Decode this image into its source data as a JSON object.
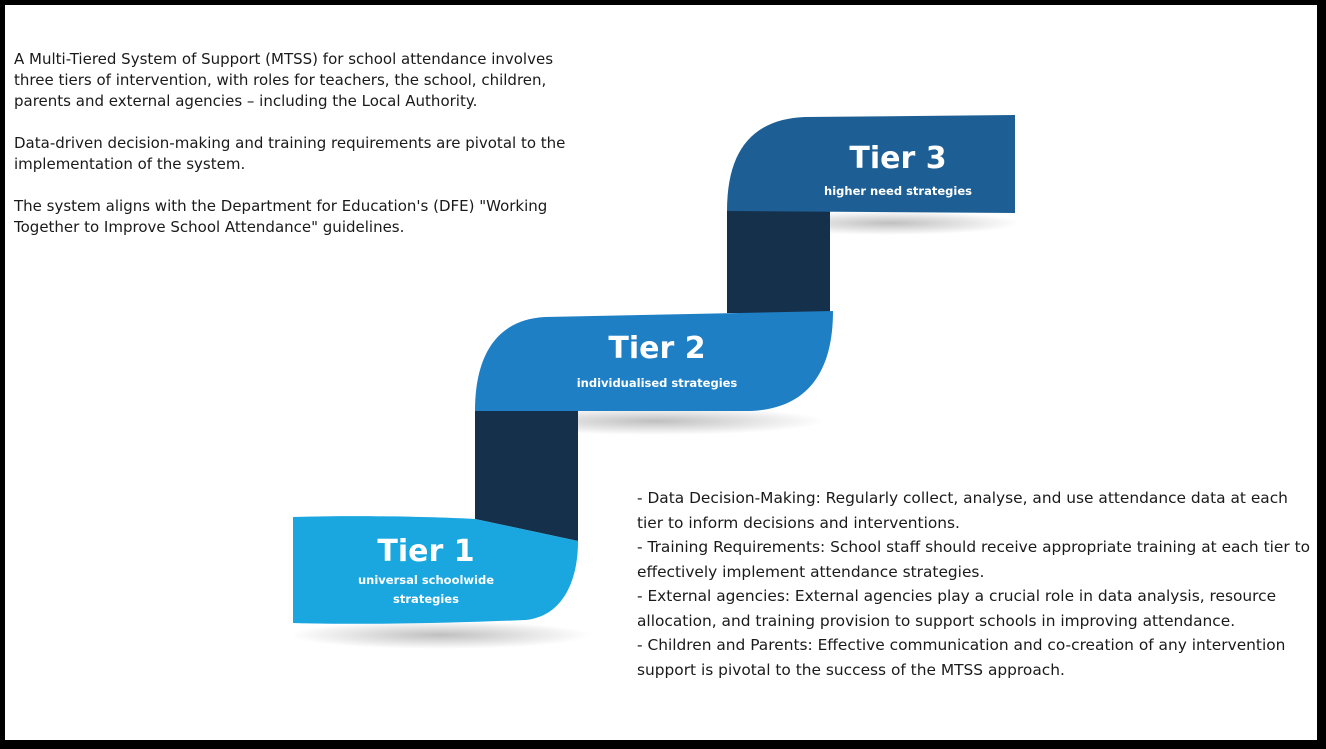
{
  "intro": {
    "paragraphs": [
      "A Multi-Tiered System of Support (MTSS) for school attendance involves three tiers of intervention, with roles for teachers, the school, children, parents and external agencies – including the Local Authority.",
      "Data-driven decision-making and training requirements are pivotal to the implementation of the system.",
      "The system aligns with the Department for Education's (DFE) \"Working Together to Improve School Attendance\" guidelines."
    ]
  },
  "tiers": [
    {
      "title": "Tier 1",
      "subtitle_line1": "universal schoolwide",
      "subtitle_line2": "strategies",
      "color": "#1aa7e0"
    },
    {
      "title": "Tier 2",
      "subtitle_line1": "individualised strategies",
      "subtitle_line2": "",
      "color": "#1f7fc5"
    },
    {
      "title": "Tier 3",
      "subtitle_line1": "higher need strategies",
      "subtitle_line2": "",
      "color": "#1d5f94"
    }
  ],
  "connector_color": "#14304b",
  "key_points": [
    "- Data Decision-Making: Regularly collect, analyse, and use attendance data at each tier to inform decisions and interventions.",
    "- Training Requirements: School staff should receive appropriate training at each tier to effectively implement attendance strategies.",
    "- External agencies: External agencies play a crucial role in data analysis, resource allocation, and training provision to support schools in improving attendance.",
    "- Children and Parents: Effective communication and co-creation of any intervention support is pivotal to the success of the MTSS approach."
  ]
}
